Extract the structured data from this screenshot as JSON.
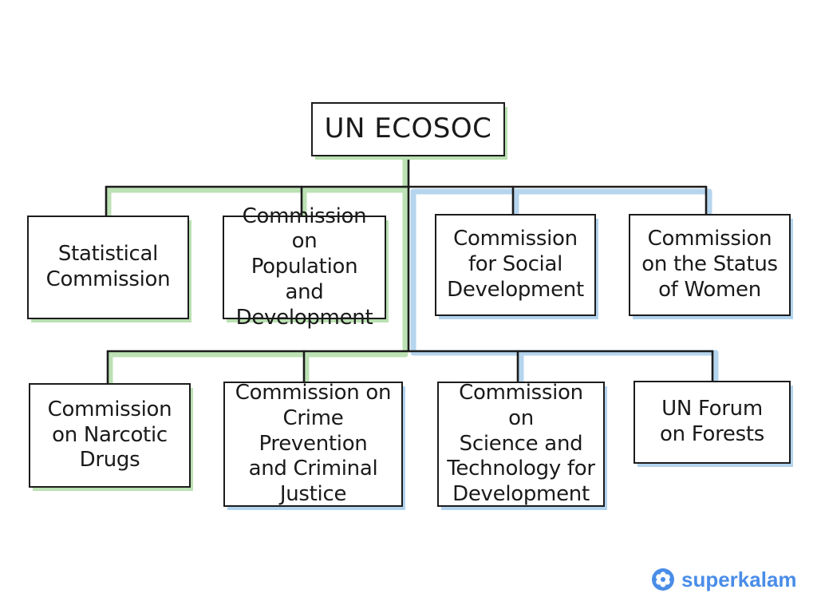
{
  "diagram": {
    "root": "UN ECOSOC",
    "nodes": [
      {
        "id": "statistical-commission",
        "label": "Statistical\nCommission"
      },
      {
        "id": "population-development",
        "label": "Commission on\nPopulation and\nDevelopment"
      },
      {
        "id": "social-development",
        "label": "Commission\nfor Social\nDevelopment"
      },
      {
        "id": "status-of-women",
        "label": "Commission\non the Status\nof Women"
      },
      {
        "id": "narcotic-drugs",
        "label": "Commission\non Narcotic\nDrugs"
      },
      {
        "id": "crime-prevention",
        "label": "Commission on\nCrime Prevention\nand Criminal\nJustice"
      },
      {
        "id": "science-technology",
        "label": "Commission on\nScience and\nTechnology for\nDevelopment"
      },
      {
        "id": "forum-on-forests",
        "label": "UN Forum\non Forests"
      }
    ],
    "colors": {
      "line": "#1c1c1c",
      "green_accent": "#b9e0b1",
      "blue_accent": "#b2d3ee"
    }
  },
  "brand": {
    "name": "superkalam",
    "icon": "flower-logo-icon",
    "color": "#4a8de8"
  }
}
